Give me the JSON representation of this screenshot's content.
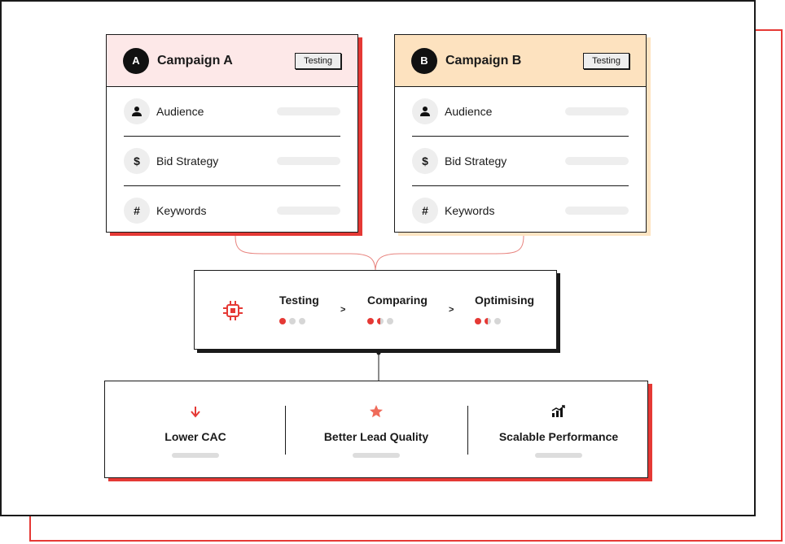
{
  "campaigns": [
    {
      "badge": "A",
      "title": "Campaign A",
      "tag": "Testing",
      "rows": [
        {
          "icon": "user-icon",
          "label": "Audience"
        },
        {
          "icon": "dollar-icon",
          "label": "Bid Strategy"
        },
        {
          "icon": "hash-icon",
          "label": "Keywords"
        }
      ]
    },
    {
      "badge": "B",
      "title": "Campaign B",
      "tag": "Testing",
      "rows": [
        {
          "icon": "user-icon",
          "label": "Audience"
        },
        {
          "icon": "dollar-icon",
          "label": "Bid Strategy"
        },
        {
          "icon": "hash-icon",
          "label": "Keywords"
        }
      ]
    }
  ],
  "process": {
    "icon": "chip-icon",
    "stages": [
      {
        "label": "Testing"
      },
      {
        "label": "Comparing"
      },
      {
        "label": "Optimising"
      }
    ],
    "separator": ">"
  },
  "outcomes": [
    {
      "icon": "arrow-down-icon",
      "label": "Lower CAC"
    },
    {
      "icon": "star-icon",
      "label": "Better Lead Quality"
    },
    {
      "icon": "growth-chart-icon",
      "label": "Scalable Performance"
    }
  ],
  "colors": {
    "accent": "#e53935",
    "campaign_a_header": "#fde8e8",
    "campaign_b_header": "#fde2bf",
    "ink": "#1a1a1a"
  }
}
